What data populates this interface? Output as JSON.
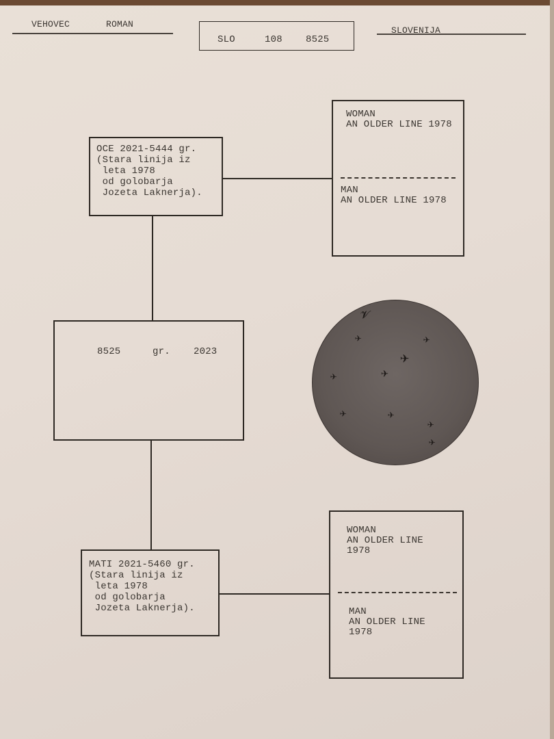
{
  "header": {
    "owner_surname": "VEHOVEC",
    "owner_name": "ROMAN",
    "ring_country": "SLO",
    "ring_code": "108",
    "ring_number": "8525",
    "country": "SLOVENIJA"
  },
  "father": {
    "lines": [
      "OCE 2021-5444 gr.",
      "(Stara linija iz",
      " leta 1978",
      " od golobarja",
      " Jozeta Laknerja)."
    ]
  },
  "father_parents": {
    "woman_label": "WOMAN",
    "woman_line": "AN OLDER LINE 1978",
    "man_label": "MAN",
    "man_line": "AN OLDER LINE 1978"
  },
  "subject": {
    "number": "8525",
    "gender": "gr.",
    "year": "2023"
  },
  "mother": {
    "lines": [
      "MATI 2021-5460 gr.",
      "(Stara linija iz",
      " leta 1978",
      " od golobarja",
      " Jozeta Laknerja)."
    ]
  },
  "mother_parents": {
    "woman_label": "WOMAN",
    "woman_line": "AN OLDER LINE",
    "woman_year": "1978",
    "man_label": "MAN",
    "man_line": "AN OLDER LINE",
    "man_year": "1978"
  },
  "photo": {
    "subject": "flock of pigeons in flight",
    "bird_icon": "bird-icon"
  }
}
